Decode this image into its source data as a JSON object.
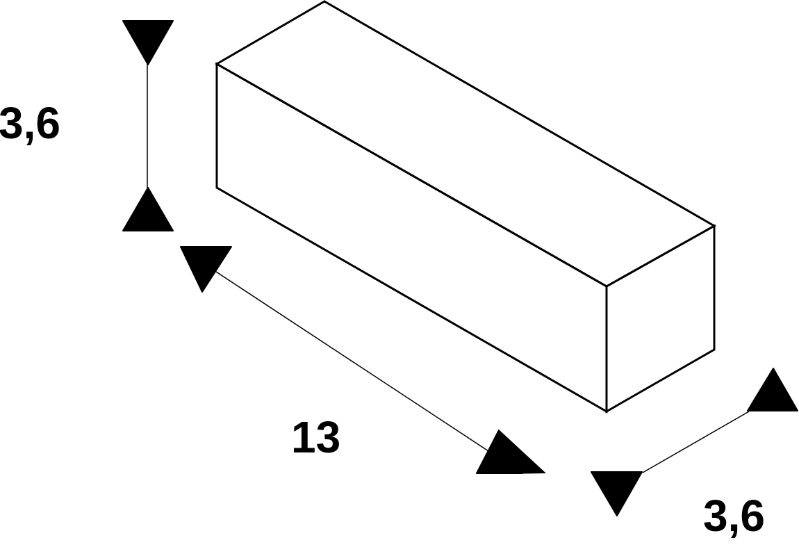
{
  "diagram": {
    "type": "isometric-dimension-drawing",
    "subject": "rectangular block",
    "colors": {
      "line": "#000000",
      "background": "#ffffff"
    },
    "dimensions": {
      "height": {
        "label": "3,6"
      },
      "length": {
        "label": "13"
      },
      "width": {
        "label": "3,6"
      }
    }
  }
}
